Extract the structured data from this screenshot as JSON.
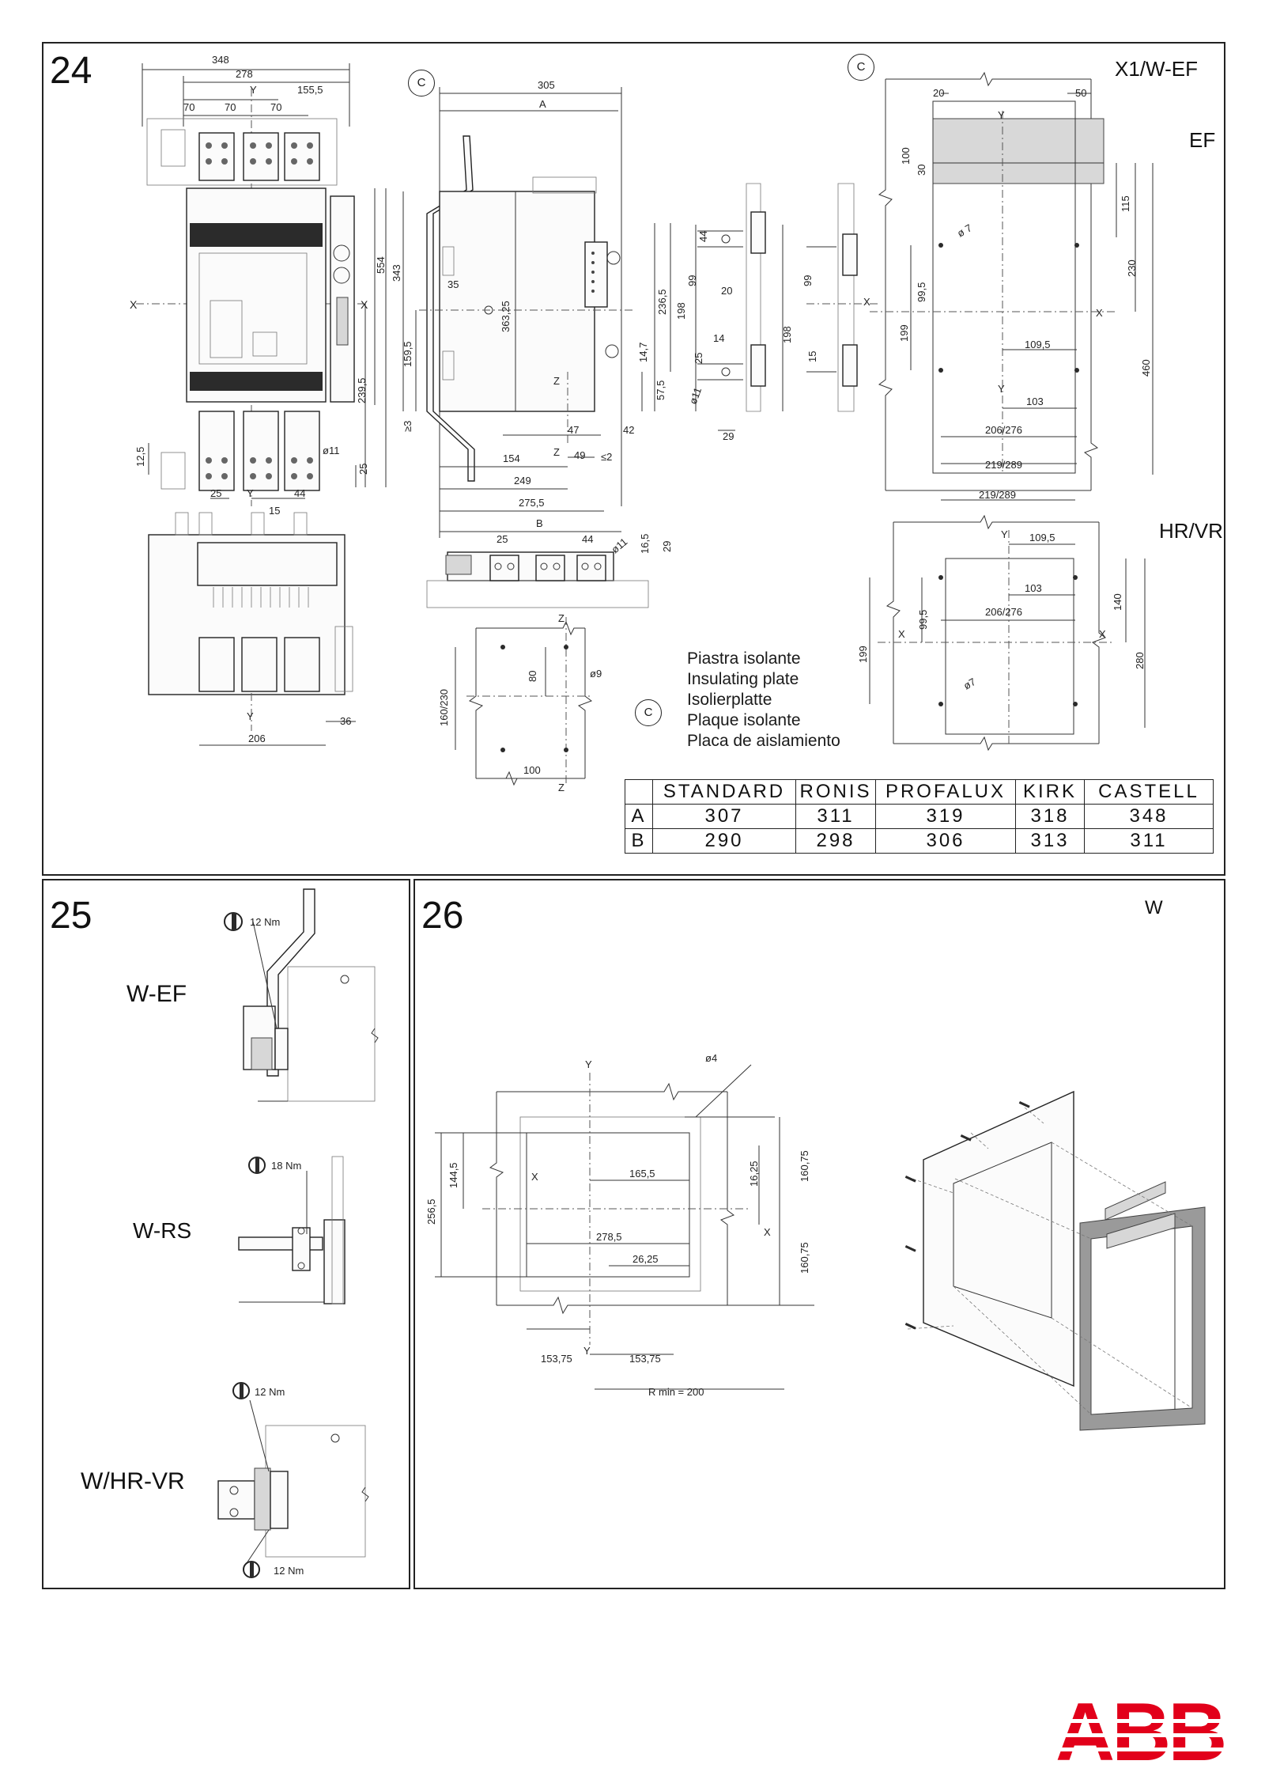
{
  "panels": {
    "p24": {
      "number": "24",
      "tag_x1": "X1/W-EF",
      "tag_ef": "EF",
      "tag_hrvr": "HR/VR",
      "callout": "C"
    },
    "p25": {
      "number": "25",
      "w_ef": "W-EF",
      "w_rs": "W-RS",
      "w_hrvr": "W/HR-VR",
      "torque_1": "12 Nm",
      "torque_2": "18 Nm",
      "torque_3": "12 Nm",
      "torque_4": "12 Nm"
    },
    "p26": {
      "number": "26",
      "tag_w": "W"
    }
  },
  "insulating_plate": {
    "callout": "C",
    "lines": [
      "Piastra isolante",
      "Insulating plate",
      "Isolierplatte",
      "Plaque isolante",
      "Placa de aislamiento"
    ]
  },
  "brand_table": {
    "header": [
      "",
      "STANDARD",
      "RONIS",
      "PROFALUX",
      "KIRK",
      "CASTELL"
    ],
    "rows": [
      [
        "A",
        "307",
        "311",
        "319",
        "318",
        "348"
      ],
      [
        "B",
        "290",
        "298",
        "306",
        "313",
        "311"
      ]
    ]
  },
  "dims": {
    "front": {
      "d348": "348",
      "d278": "278",
      "d155": "155,5",
      "d70a": "70",
      "d70b": "70",
      "d70c": "70",
      "d554": "554",
      "d343": "343",
      "d2395": "239,5",
      "d125": "12,5",
      "d25a": "25",
      "d25b": "25",
      "d44": "44",
      "d11": "ø11",
      "y": "Y",
      "x": "X",
      "d15": "15",
      "d206": "206",
      "d36": "36"
    },
    "side": {
      "d305": "305",
      "a": "A",
      "b": "B",
      "d35": "35",
      "d36325": "363,25",
      "d1595": "159,5",
      "d2365": "236,5",
      "d198": "198",
      "d575": "57,5",
      "d3": "≥3",
      "d47": "47",
      "d42": "42",
      "d154": "154",
      "d49": "49",
      "d2": "≤2",
      "d249": "249",
      "d2755": "275,5",
      "z": "Z",
      "d147": "14,7"
    },
    "detail": {
      "d44": "44",
      "d99a": "99",
      "d20": "20",
      "d198": "198",
      "d14": "14",
      "d25": "25",
      "d11": "ø11",
      "d29": "29",
      "d99b": "99",
      "d15": "15"
    },
    "ef": {
      "d20": "20",
      "d50": "50",
      "d100": "100",
      "d30": "30",
      "d115": "115",
      "d230": "230",
      "d7": "ø 7",
      "d995": "99,5",
      "d199": "199",
      "d1095": "109,5",
      "d103": "103",
      "d206276": "206/276",
      "d219289": "219/289",
      "d460": "460"
    },
    "hr": {
      "d219289": "219/289",
      "d1095": "109,5",
      "d103": "103",
      "d206276": "206/276",
      "d140": "140",
      "d995": "99,5",
      "d199": "199",
      "d280": "280",
      "d7": "ø7"
    },
    "plate": {
      "d25": "25",
      "d44": "44",
      "d11": "ø11",
      "d165": "16,5",
      "d29": "29",
      "d80": "80",
      "d9": "ø9",
      "d160230": "160/230",
      "d100": "100"
    },
    "cut": {
      "d4": "ø4",
      "d2565": "256,5",
      "d1445": "144,5",
      "d1655": "165,5",
      "d1625": "16,25",
      "d16075a": "160,75",
      "d16075b": "160,75",
      "d2785": "278,5",
      "d2625": "26,25",
      "d15375a": "153,75",
      "d15375b": "153,75",
      "rmin": "R min = 200"
    }
  },
  "logo": {
    "text": "ABB",
    "color": "#e2001a"
  }
}
